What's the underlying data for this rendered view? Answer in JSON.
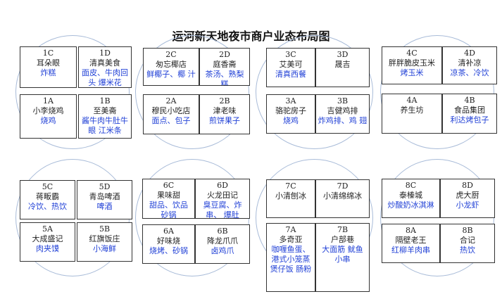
{
  "title": "运河新天地夜市商户业态布局图",
  "groups": [
    {
      "cells": [
        {
          "code": "1C",
          "name": "耳朵眼",
          "desc": "炸糕"
        },
        {
          "code": "1D",
          "name": "清真美食",
          "desc": "面皮、牛肉回头 爆米花"
        },
        {
          "code": "1A",
          "name": "小李烧鸡",
          "desc": "烧鸡"
        },
        {
          "code": "1B",
          "name": "至美斋",
          "desc": "酱牛肉牛肚牛眼 江米条"
        }
      ]
    },
    {
      "cells": [
        {
          "code": "2C",
          "name": "匆忘椰店",
          "desc": "鲜椰子、椰 汁"
        },
        {
          "code": "2D",
          "name": "庭香斋",
          "desc": "茶汤、熟梨 糕"
        },
        {
          "code": "2A",
          "name": "穆民小吃店",
          "desc": "面点、包子"
        },
        {
          "code": "2B",
          "name": "津老味",
          "desc": "煎饼果子"
        }
      ]
    },
    {
      "cells": [
        {
          "code": "3C",
          "name": "艾美可",
          "desc": "清真西餐"
        },
        {
          "code": "3D",
          "name": "晟吉",
          "desc": ""
        },
        {
          "code": "3A",
          "name": "骆驼房子",
          "desc": "烧鸡"
        },
        {
          "code": "3B",
          "name": "吉健鸡排",
          "desc": "炸鸡排、鸡 翅"
        }
      ]
    },
    {
      "cells": [
        {
          "code": "4C",
          "name": "胖胖脆皮玉米",
          "desc": "烤玉米"
        },
        {
          "code": "4D",
          "name": "清补凉",
          "desc": "凉茶、冷饮"
        },
        {
          "code": "4A",
          "name": "养生坊",
          "desc": ""
        },
        {
          "code": "4B",
          "name": "食品集团",
          "desc": "利达烤包子"
        }
      ]
    },
    {
      "cells": [
        {
          "code": "5C",
          "name": "蒋畈霸",
          "desc": "冷饮、热饮"
        },
        {
          "code": "5D",
          "name": "青岛啤酒",
          "desc": "啤酒"
        },
        {
          "code": "5A",
          "name": "大成盛记",
          "desc": "肉夹馍"
        },
        {
          "code": "5B",
          "name": "红旗饭庄",
          "desc": "小海鲜"
        }
      ]
    },
    {
      "cells": [
        {
          "code": "6C",
          "name": "果味甜",
          "desc": "甜品、饮品 砂锅"
        },
        {
          "code": "6D",
          "name": "火龙田记",
          "desc": "臭豆腐、炸串、 爆肚"
        },
        {
          "code": "6A",
          "name": "好味烧",
          "desc": "烧烤、砂锅"
        },
        {
          "code": "6B",
          "name": "降龙爪爪",
          "desc": "卤鸡爪"
        }
      ]
    },
    {
      "cells": [
        {
          "code": "7C",
          "name": "小清刨冰",
          "desc": ""
        },
        {
          "code": "7D",
          "name": "小清绵绵冰",
          "desc": ""
        },
        {
          "code": "7A",
          "name": "多奇亚",
          "desc": "咖喱鱼蛋、 港式小笼蒸 煲仔饭 肠粉"
        },
        {
          "code": "7B",
          "name": "户部巷",
          "desc": "大面筋 鱿鱼 小串"
        }
      ]
    },
    {
      "cells": [
        {
          "code": "8C",
          "name": "泰榛城",
          "desc": "炒酸奶冰淇淋"
        },
        {
          "code": "8D",
          "name": "虎大厨",
          "desc": "小龙虾"
        },
        {
          "code": "8A",
          "name": "隔壁老王",
          "desc": "红柳羊肉串"
        },
        {
          "code": "8B",
          "name": "合记",
          "desc": "热饮"
        }
      ]
    }
  ]
}
